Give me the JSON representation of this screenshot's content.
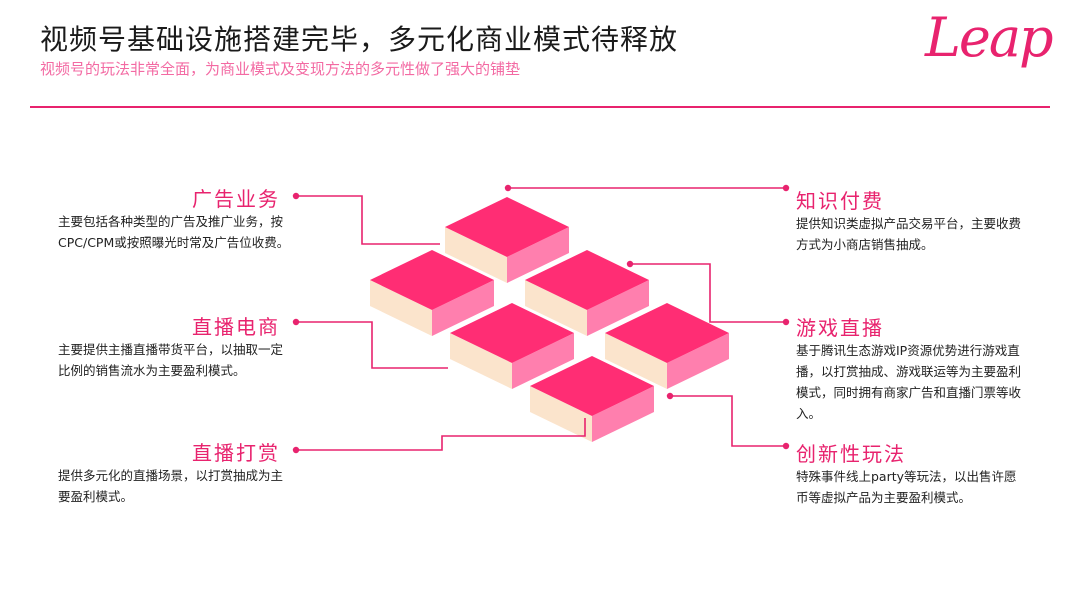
{
  "header": {
    "title": "视频号基础设施搭建完毕，多元化商业模式待释放",
    "subtitle": "视频号的玩法非常全面，为商业模式及变现方法的多元性做了强大的铺垫",
    "logo": "Leap"
  },
  "colors": {
    "accent": "#e8236e",
    "subtitle": "#f36aa3",
    "cube_top": "#ff2d74",
    "cube_front": "#fbe4cc",
    "cube_side": "#ff7fae"
  },
  "left_items": [
    {
      "title": "广告业务",
      "desc": "主要包括各种类型的广告及推广业务，按CPC/CPM或按照曝光时常及广告位收费。"
    },
    {
      "title": "直播电商",
      "desc": "主要提供主播直播带货平台，以抽取一定比例的销售流水为主要盈利模式。"
    },
    {
      "title": "直播打赏",
      "desc": "提供多元化的直播场景，以打赏抽成为主要盈利模式。"
    }
  ],
  "right_items": [
    {
      "title": "知识付费",
      "desc": "提供知识类虚拟产品交易平台，主要收费方式为小商店销售抽成。"
    },
    {
      "title": "游戏直播",
      "desc": "基于腾讯生态游戏IP资源优势进行游戏直播，以打赏抽成、游戏联运等为主要盈利模式，同时拥有商家广告和直播门票等收入。"
    },
    {
      "title": "创新性玩法",
      "desc": "特殊事件线上party等玩法，以出售许愿币等虚拟产品为主要盈利模式。"
    }
  ]
}
